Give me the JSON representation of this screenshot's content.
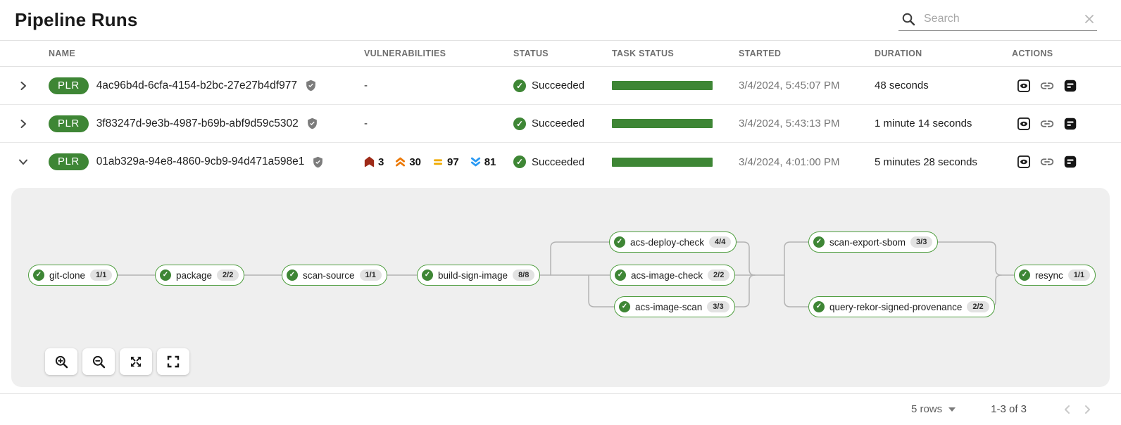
{
  "page": {
    "title": "Pipeline Runs"
  },
  "search": {
    "placeholder": "Search"
  },
  "table": {
    "columns": [
      "NAME",
      "VULNERABILITIES",
      "STATUS",
      "TASK STATUS",
      "STARTED",
      "DURATION",
      "ACTIONS"
    ],
    "rows": [
      {
        "badge": "PLR",
        "name": "4ac96b4d-6cfa-4154-b2bc-27e27b4df977",
        "vulnerabilities_placeholder": "-",
        "status": "Succeeded",
        "started": "3/4/2024, 5:45:07 PM",
        "duration": "48 seconds"
      },
      {
        "badge": "PLR",
        "name": "3f83247d-9e3b-4987-b69b-abf9d59c5302",
        "vulnerabilities_placeholder": "-",
        "status": "Succeeded",
        "started": "3/4/2024, 5:43:13 PM",
        "duration": "1 minute 14 seconds"
      },
      {
        "badge": "PLR",
        "name": "01ab329a-94e8-4860-9cb9-94d471a598e1",
        "vulnerabilities": {
          "critical": "3",
          "high": "30",
          "medium": "97",
          "low": "81"
        },
        "status": "Succeeded",
        "started": "3/4/2024, 4:01:00 PM",
        "duration": "5 minutes 28 seconds"
      }
    ]
  },
  "pipeline_graph": {
    "tasks": [
      {
        "name": "git-clone",
        "count": "1/1"
      },
      {
        "name": "package",
        "count": "2/2"
      },
      {
        "name": "scan-source",
        "count": "1/1"
      },
      {
        "name": "build-sign-image",
        "count": "8/8"
      },
      {
        "name": "acs-deploy-check",
        "count": "4/4"
      },
      {
        "name": "acs-image-check",
        "count": "2/2"
      },
      {
        "name": "acs-image-scan",
        "count": "3/3"
      },
      {
        "name": "scan-export-sbom",
        "count": "3/3"
      },
      {
        "name": "query-rekor-signed-provenance",
        "count": "2/2"
      },
      {
        "name": "resync",
        "count": "1/1"
      }
    ]
  },
  "footer": {
    "rows_per_page": "5 rows",
    "range": "1-3 of 3"
  },
  "colors": {
    "success_green": "#3e8635",
    "node_border_green": "#4f9e3f",
    "critical": "#9e2b18",
    "high": "#ec7a08",
    "medium": "#f0ab00",
    "low": "#2b9af3"
  }
}
